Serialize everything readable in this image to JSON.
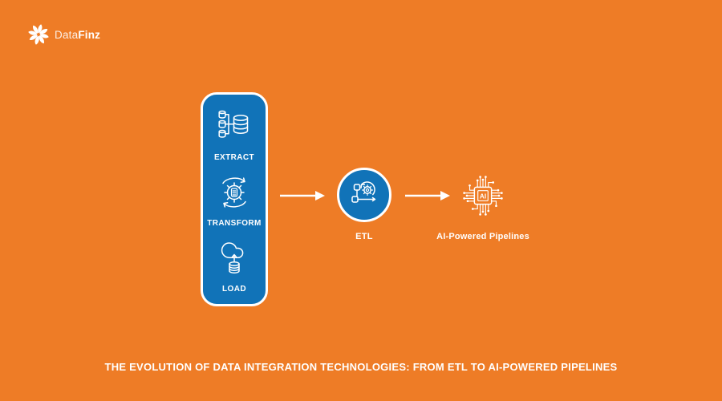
{
  "colors": {
    "background_orange": "#EE7C26",
    "panel_blue": "#1173B8",
    "foreground_white": "#FFFFFF"
  },
  "logo": {
    "icon": "pinwheel-icon",
    "name_light": "Data",
    "name_bold": "Finz"
  },
  "pipeline": {
    "stages": [
      {
        "label": "EXTRACT",
        "icon": "database-sources-icon"
      },
      {
        "label": "TRANSFORM",
        "icon": "gear-sync-icon"
      },
      {
        "label": "LOAD",
        "icon": "cloud-upload-database-icon"
      }
    ],
    "arrows": [
      "arrow-right-icon",
      "arrow-right-icon"
    ],
    "etl": {
      "label": "ETL",
      "icon": "process-workflow-icon"
    },
    "ai": {
      "label": "AI-Powered Pipelines",
      "icon": "ai-chip-icon",
      "chip_text": "AI"
    }
  },
  "footer": {
    "title": "THE EVOLUTION OF DATA INTEGRATION TECHNOLOGIES: FROM ETL TO AI-POWERED PIPELINES"
  }
}
